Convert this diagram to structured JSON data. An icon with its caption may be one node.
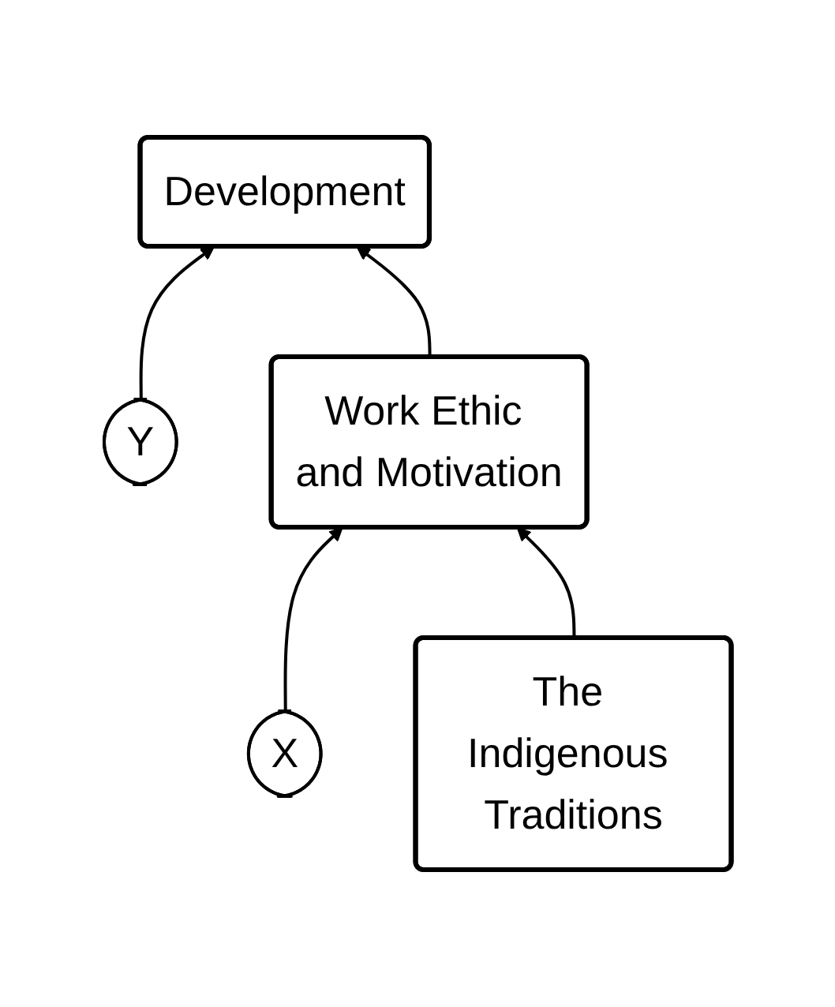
{
  "diagram": {
    "nodes": [
      {
        "text": [
          "Y"
        ]
      },
      {
        "text": [
          "Development"
        ]
      },
      {
        "text": [
          "X"
        ]
      },
      {
        "text": [
          "Work Ethic and Motivation"
        ]
      },
      {
        "text": [
          "The Indigenous Traditions"
        ]
      }
    ],
    "edges": [
      {
        "from": 0,
        "to": 1,
        "arrow": "to"
      },
      {
        "from": 3,
        "to": 1,
        "arrow": "to"
      },
      {
        "from": 2,
        "to": 3,
        "arrow": "to"
      },
      {
        "from": 4,
        "to": 3,
        "arrow": "to"
      }
    ]
  }
}
